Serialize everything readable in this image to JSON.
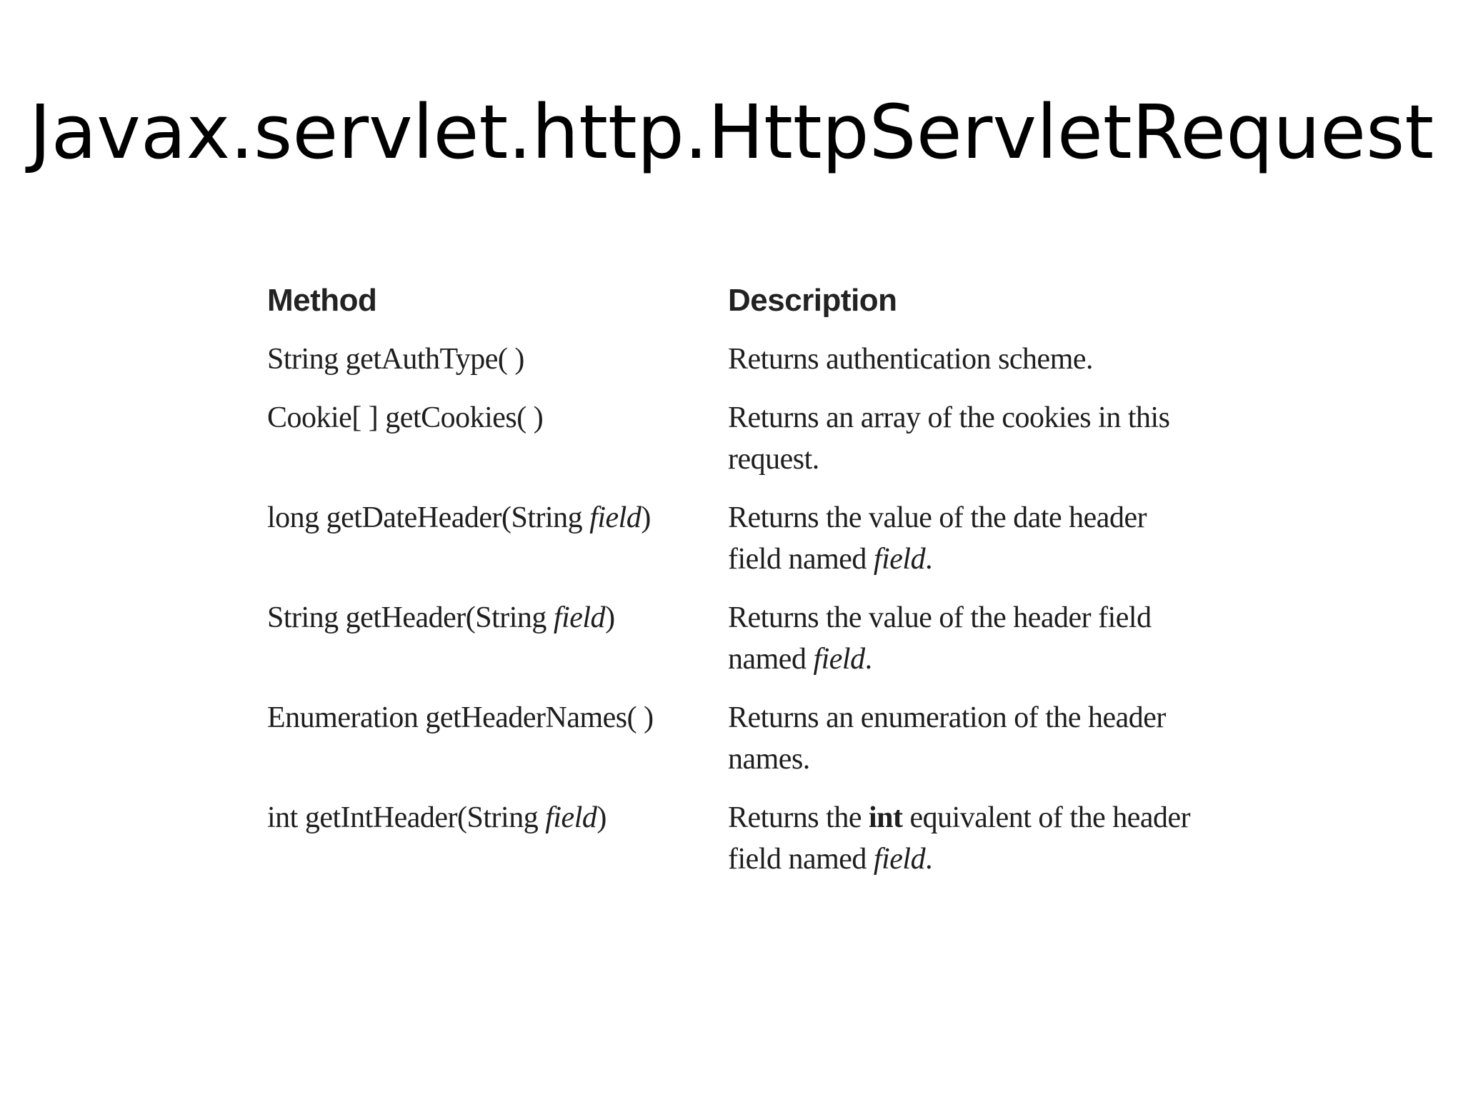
{
  "slide": {
    "title": "Javax.servlet.http.HttpServletRequest"
  },
  "table": {
    "headers": {
      "method": "Method",
      "description": "Description"
    },
    "rows": [
      {
        "method": {
          "prefix": "String getAuthType( )",
          "param": "",
          "suffix": ""
        },
        "description": {
          "before": "Returns authentication scheme.",
          "bold": "",
          "middle": "",
          "italic": "",
          "after": ""
        }
      },
      {
        "method": {
          "prefix": "Cookie[ ] getCookies( )",
          "param": "",
          "suffix": ""
        },
        "description": {
          "before": "Returns an array of the cookies in this\nrequest.",
          "bold": "",
          "middle": "",
          "italic": "",
          "after": ""
        }
      },
      {
        "method": {
          "prefix": "long getDateHeader(String ",
          "param": "field",
          "suffix": ")"
        },
        "description": {
          "before": "Returns the value of the date header\nfield named ",
          "bold": "",
          "middle": "",
          "italic": "field",
          "after": "."
        }
      },
      {
        "method": {
          "prefix": "String getHeader(String ",
          "param": "field",
          "suffix": ")"
        },
        "description": {
          "before": "Returns the value of the header field\nnamed ",
          "bold": "",
          "middle": "",
          "italic": "field",
          "after": "."
        }
      },
      {
        "method": {
          "prefix": "Enumeration getHeaderNames( )",
          "param": "",
          "suffix": ""
        },
        "description": {
          "before": "Returns an enumeration of the header\nnames.",
          "bold": "",
          "middle": "",
          "italic": "",
          "after": ""
        }
      },
      {
        "method": {
          "prefix": "int getIntHeader(String ",
          "param": "field",
          "suffix": ")"
        },
        "description": {
          "before": "Returns the ",
          "bold": "int",
          "middle": " equivalent of the header\nfield named ",
          "italic": "field",
          "after": "."
        }
      }
    ]
  }
}
